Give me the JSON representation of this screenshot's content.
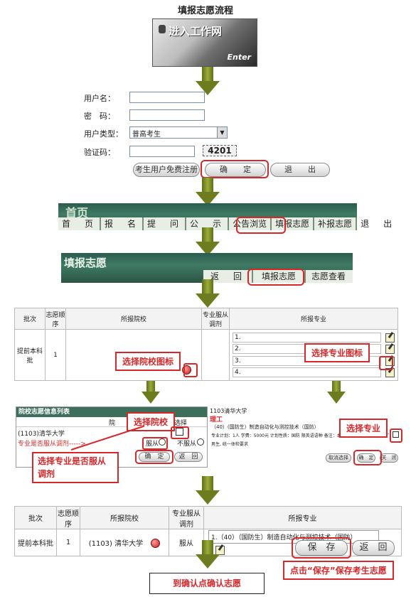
{
  "title": "填报志愿流程",
  "enter_banner": {
    "text": "进入工作网",
    "enter": "Enter"
  },
  "login": {
    "username_label": "用户名：",
    "password_label": "密　码：",
    "usertype_label": "用户类型：",
    "usertype_value": "普高考生",
    "captcha_label": "验证码：",
    "captcha_value": "4201",
    "register_btn": "考生用户免费注册",
    "confirm_btn": "确　　定",
    "exit_btn": "退　　出"
  },
  "home_nav": {
    "title": "首页",
    "items": [
      "首　页",
      "报　名",
      "提　问",
      "公　示",
      "公告浏览",
      "填报志愿",
      "补报志愿",
      "退　出"
    ]
  },
  "fill_nav": {
    "title": "填报志愿",
    "items": [
      "返　回",
      "填报志愿",
      "志愿查看"
    ]
  },
  "table1": {
    "headers": [
      "批次",
      "志愿顺序",
      "所报院校",
      "专业服从调剂",
      "所报专业"
    ],
    "batch": "提前本科批",
    "order": "1",
    "majors": [
      "1.",
      "2.",
      "3.",
      "4."
    ],
    "callout_school": "选择院校图标",
    "callout_major": "选择专业图标"
  },
  "school_panel": {
    "title": "院校志愿信息列表",
    "col_school": "院",
    "col_select": "选择",
    "school": "(1103)清华大学",
    "adjust_text": "专业是否服从调剂----->",
    "obey": "服从",
    "not_obey": "不服从",
    "confirm": "确　定",
    "back": "返　回",
    "callout_select_school": "选择院校",
    "callout_adjust": "选择专业是否服从调剂"
  },
  "major_panel": {
    "school": "1103清华大学",
    "category": "理工",
    "major": "（40）(国防生）制造自动化与测控技术（国防）",
    "detail": "专业计划：1人  学费：5000元  计划性质：国防  限英语语种  备注：本指领先, 仅招收20周岁以下的应届高中毕业生",
    "note": "男生, 统一体检要求",
    "btn_cancel": "取消选择",
    "btn_confirm": "确　定",
    "btn_back": "关　闭",
    "callout_select_major": "选择专业"
  },
  "table2": {
    "headers": [
      "批次",
      "志愿顺序",
      "所报院校",
      "专业服从调剂",
      "所报专业"
    ],
    "batch": "提前本科批",
    "order": "1",
    "school": "(1103) 清华大学",
    "adjust": "服从",
    "major": "1.（40）（国防生）制造自动化与测控技术（国防）"
  },
  "save": {
    "save_btn": "保　存",
    "back_btn": "返　回",
    "callout": "点击“保存”保存考生志愿"
  },
  "final": "到确认点确认志愿",
  "colors": {
    "accent_red": "#d6282a",
    "arrow_olive": "#7b8a24",
    "nav_green": "#3a6b58"
  }
}
